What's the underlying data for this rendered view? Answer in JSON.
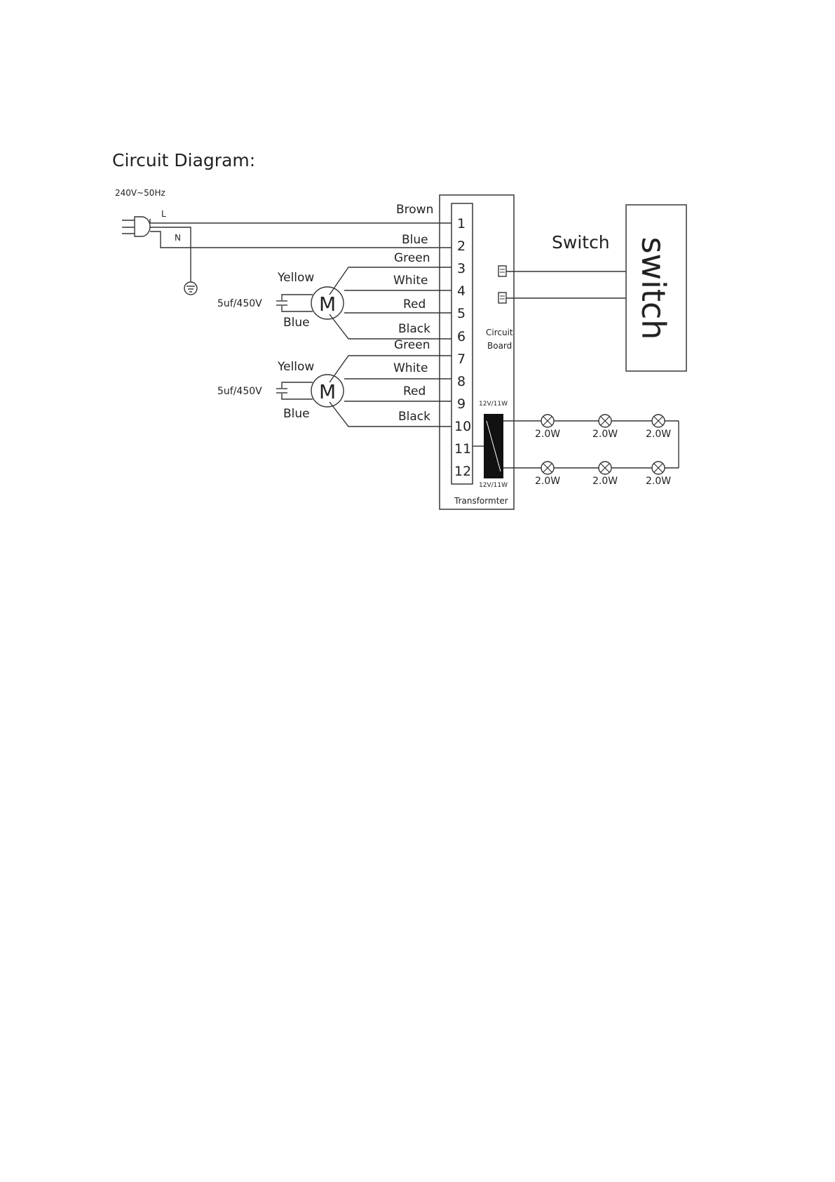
{
  "title": "Circuit Diagram:",
  "supply": {
    "voltage": "240V~50Hz",
    "live": "L",
    "neutral": "N"
  },
  "terminals": [
    "1",
    "2",
    "3",
    "4",
    "5",
    "6",
    "7",
    "8",
    "9",
    "10",
    "11",
    "12"
  ],
  "wires": [
    "Brown",
    "Blue",
    "Green",
    "White",
    "Red",
    "Black",
    "Green",
    "White",
    "Red",
    "Black"
  ],
  "motors": [
    {
      "symbol": "M",
      "capacitor": "5uf/450V",
      "top_wire": "Yellow",
      "bottom_wire": "Blue"
    },
    {
      "symbol": "M",
      "capacitor": "5uf/450V",
      "top_wire": "Yellow",
      "bottom_wire": "Blue"
    }
  ],
  "switch": {
    "label": "Switch",
    "box_text": "switch"
  },
  "circuit_board": {
    "line1": "Circuit",
    "line2": "Board"
  },
  "transformer": {
    "label": "Transformter",
    "rating_top": "12V/11W",
    "rating_bottom": "12V/11W"
  },
  "lamps": {
    "top": [
      "2.0W",
      "2.0W",
      "2.0W"
    ],
    "bottom": [
      "2.0W",
      "2.0W",
      "2.0W"
    ]
  }
}
